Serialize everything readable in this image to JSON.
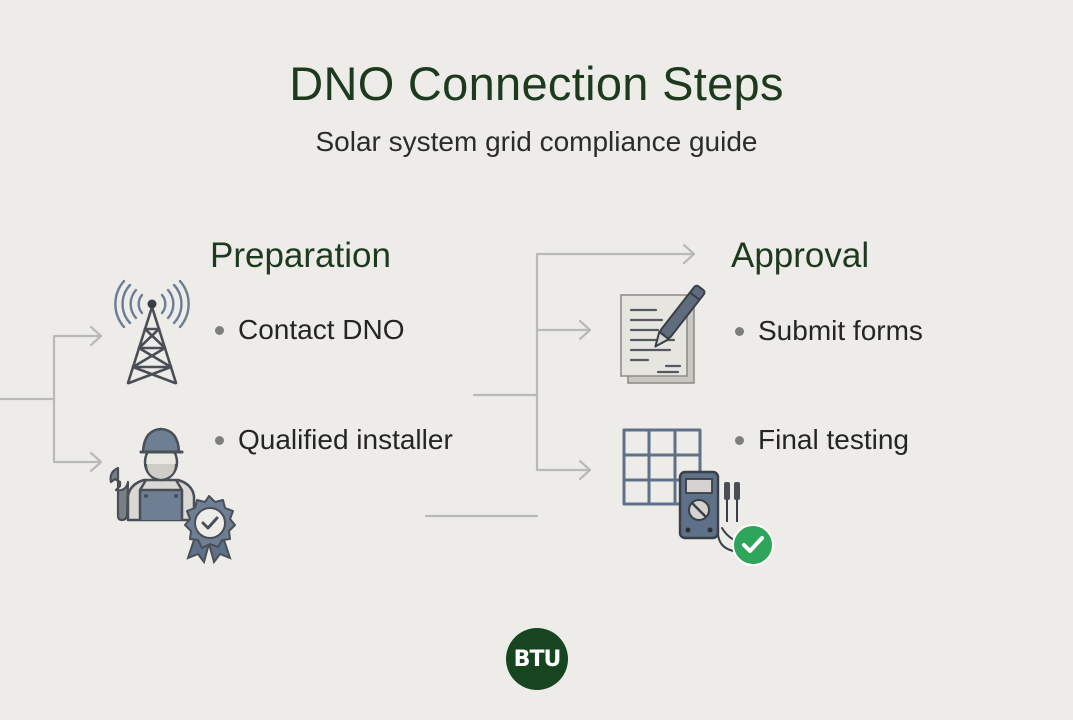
{
  "title": "DNO Connection Steps",
  "subtitle": "Solar system grid compliance guide",
  "sections": [
    {
      "heading": "Preparation",
      "steps": [
        {
          "label": "Contact DNO",
          "icon": "radio-tower-icon"
        },
        {
          "label": "Qualified installer",
          "icon": "installer-with-certification-badge-icon"
        }
      ]
    },
    {
      "heading": "Approval",
      "steps": [
        {
          "label": "Submit forms",
          "icon": "document-with-pen-icon"
        },
        {
          "label": "Final testing",
          "icon": "solar-panel-multimeter-check-icon"
        }
      ]
    }
  ],
  "logo": {
    "text": "BTU",
    "color": "#17451f"
  },
  "colors": {
    "heading": "#1d3a1f",
    "connector": "#b9b9b5",
    "icon_stroke": "#4a4f57",
    "icon_blue": "#5f7189",
    "check_green": "#2ea55a"
  }
}
